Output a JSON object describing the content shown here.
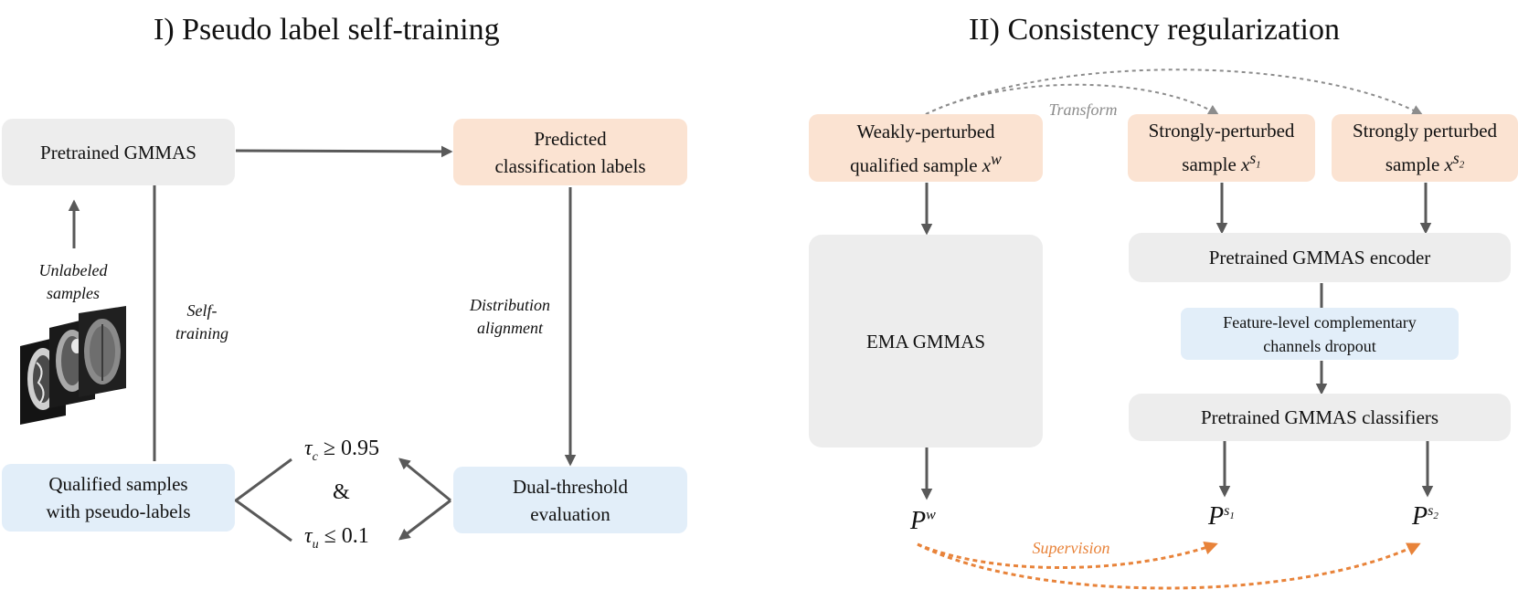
{
  "left": {
    "title": "I) Pseudo label self-training",
    "pretrained": "Pretrained GMMAS",
    "predicted_line1": "Predicted",
    "predicted_line2": "classification labels",
    "qualified_line1": "Qualified samples",
    "qualified_line2": "with pseudo-labels",
    "dual_line1": "Dual-threshold",
    "dual_line2": "evaluation",
    "unlabeled_line1": "Unlabeled",
    "unlabeled_line2": "samples",
    "selftraining_line1": "Self-",
    "selftraining_line2": "training",
    "distribution_line1": "Distribution",
    "distribution_line2": "alignment",
    "tau": "τ",
    "tau_c_sub": "c",
    "tau_c_cond": "≥ 0.95",
    "amp": "&",
    "tau_u_sub": "u",
    "tau_u_cond": "≤ 0.1"
  },
  "right": {
    "title": "II) Consistency regularization",
    "weak_line1": "Weakly-perturbed",
    "weak_line2": "qualified sample ",
    "x": "x",
    "w": "w",
    "s": "s",
    "one": "1",
    "two": "2",
    "strong1_line1": "Strongly-perturbed",
    "strong1_line2": "sample ",
    "strong2_line1": "Strongly perturbed",
    "strong2_line2": "sample ",
    "transform": "Transform",
    "ema": "EMA GMMAS",
    "encoder": "Pretrained GMMAS encoder",
    "dropout_line1": "Feature-level complementary",
    "dropout_line2": "channels dropout",
    "classifiers": "Pretrained GMMAS classifiers",
    "P": "P",
    "supervision": "Supervision"
  },
  "colors": {
    "arrow": "#595959",
    "dashed_gray": "#8c8c8c",
    "dashed_orange": "#e8833a",
    "box_gray": "#ededed",
    "box_peach": "#fbe3d2",
    "box_blue": "#e2eef9"
  }
}
